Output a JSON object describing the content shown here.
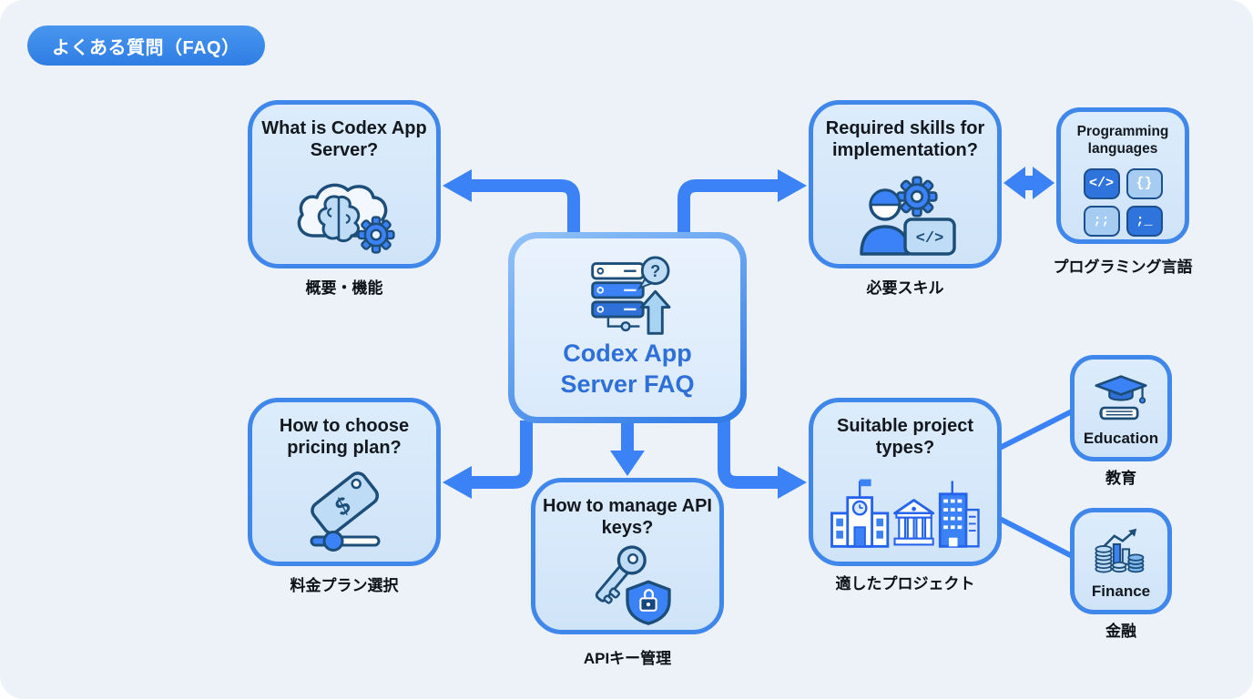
{
  "badge": {
    "label": "よくある質問（FAQ）"
  },
  "center": {
    "title": "Codex App Server FAQ"
  },
  "nodes": {
    "what": {
      "title": "What is Codex App Server?",
      "caption": "概要・機能"
    },
    "skills": {
      "title": "Required skills for implementation?",
      "caption": "必要スキル"
    },
    "languages": {
      "title": "Programming languages",
      "caption": "プログラミング言語",
      "tiles": [
        "</>",
        "{}",
        ";;",
        ";_"
      ]
    },
    "pricing": {
      "title": "How to choose pricing plan?",
      "caption": "料金プラン選択"
    },
    "apikeys": {
      "title": "How to manage API keys?",
      "caption": "APIキー管理"
    },
    "projects": {
      "title": "Suitable project types?",
      "caption": "適したプロジェクト"
    },
    "education": {
      "label": "Education",
      "caption": "教育"
    },
    "finance": {
      "label": "Finance",
      "caption": "金融"
    }
  },
  "icon_glyphs": {
    "question_mark": "?",
    "dollar": "$",
    "code": "</>"
  },
  "colors": {
    "background": "#edf2f9",
    "accent": "#3b82f6",
    "node_fill": "#d9e9fb",
    "node_border": "#3f87ea",
    "navy_stroke": "#1d4e79",
    "center_title": "#2e6fd8",
    "badge_bg": "#3d8ce8",
    "text": "#0c1118"
  }
}
